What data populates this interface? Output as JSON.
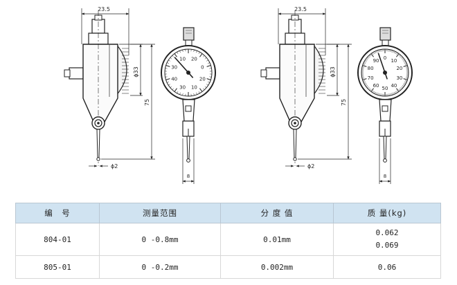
{
  "drawings": [
    {
      "dim_width": "23.5",
      "dim_dial_dia": "ϕ33",
      "dim_height": "75",
      "dim_tip": "ϕ2",
      "dim_bottom": "8",
      "dial_numbers": [
        "10",
        "20",
        "0",
        "20",
        "10",
        "30",
        "40",
        "30"
      ]
    },
    {
      "dim_width": "23.5",
      "dim_dial_dia": "ϕ33",
      "dim_height": "75",
      "dim_tip": "ϕ2",
      "dim_bottom": "8",
      "dial_numbers": [
        "0",
        "10",
        "20",
        "30",
        "40",
        "50",
        "60",
        "70",
        "80",
        "90"
      ]
    }
  ],
  "table": {
    "headers": [
      "编　号",
      "测量范围",
      "分 度 值",
      "质 量(kg)"
    ],
    "rows": [
      {
        "model": "804-01",
        "range": "0 -0.8mm",
        "graduation": "0.01mm",
        "mass": [
          "0.062",
          "0.069"
        ]
      },
      {
        "model": "805-01",
        "range": "0 -0.2mm",
        "graduation": "0.002mm",
        "mass": [
          "0.06"
        ]
      }
    ]
  }
}
